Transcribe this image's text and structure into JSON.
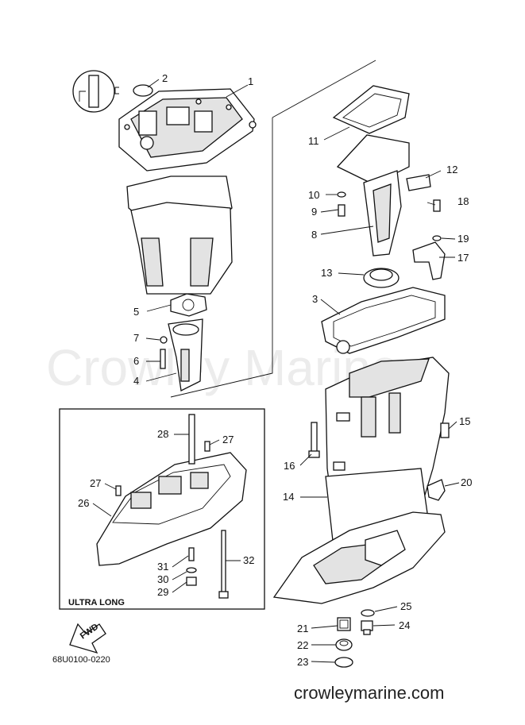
{
  "watermark": "Crowley Marine",
  "footer_url": "crowleymarine.com",
  "diagram_code": "68U0100-0220",
  "inset_label": "ULTRA LONG",
  "fwd_label": "FWD",
  "callouts": {
    "c1": "1",
    "c2": "2",
    "c3": "3",
    "c4": "4",
    "c5": "5",
    "c6": "6",
    "c7": "7",
    "c8": "8",
    "c9": "9",
    "c10": "10",
    "c11": "11",
    "c12": "12",
    "c13": "13",
    "c14": "14",
    "c15": "15",
    "c16": "16",
    "c17": "17",
    "c18": "18",
    "c19": "19",
    "c20": "20",
    "c21": "21",
    "c22": "22",
    "c23": "23",
    "c24": "24",
    "c25": "25",
    "c26": "26",
    "c27a": "27",
    "c27b": "27",
    "c28": "28",
    "c29": "29",
    "c30": "30",
    "c31": "31",
    "c32": "32"
  }
}
